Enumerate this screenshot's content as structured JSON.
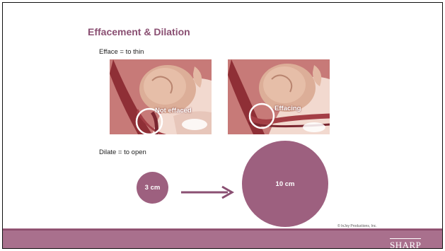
{
  "slide": {
    "title": "Effacement & Dilation",
    "efface_label": "Efface = to thin",
    "dilate_label": "Dilate = to open"
  },
  "illustrations": [
    {
      "label": "Not effaced"
    },
    {
      "label": "Effacing"
    }
  ],
  "dilation": {
    "small_circle_label": "3 cm",
    "large_circle_label": "10 cm"
  },
  "footer": {
    "copyright": "© InJoy Productions, Inc.",
    "logo_text": "SHARP"
  },
  "colors": {
    "accent": "#9d607f",
    "title": "#8a4f72",
    "footer": "#a9708d"
  }
}
